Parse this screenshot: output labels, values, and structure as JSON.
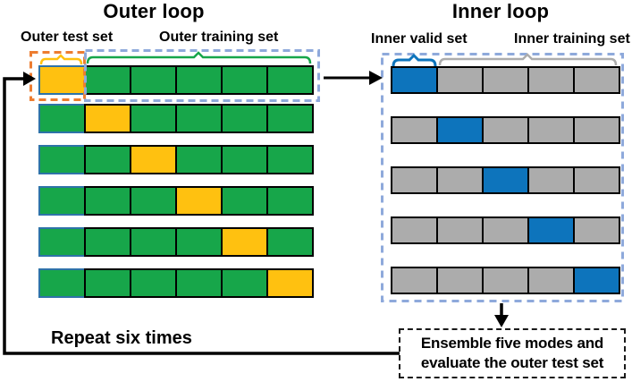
{
  "colors": {
    "green": "#17A64A",
    "yellow": "#FFC110",
    "blue": "#0D74BC",
    "gray": "#ACACAC",
    "dashBlue": "#8EA9DB",
    "dashOrange": "#ED7D31",
    "firstCellBorder": "#2E73A8",
    "line": "#000000"
  },
  "outer": {
    "title": "Outer loop",
    "test_label": "Outer test set",
    "train_label": "Outer training set",
    "repeat_label": "Repeat six times",
    "rows": [
      [
        "test",
        "train",
        "train",
        "train",
        "train",
        "train"
      ],
      [
        "train",
        "test",
        "train",
        "train",
        "train",
        "train"
      ],
      [
        "train",
        "train",
        "test",
        "train",
        "train",
        "train"
      ],
      [
        "train",
        "train",
        "train",
        "test",
        "train",
        "train"
      ],
      [
        "train",
        "train",
        "train",
        "train",
        "test",
        "train"
      ],
      [
        "train",
        "train",
        "train",
        "train",
        "train",
        "test"
      ]
    ]
  },
  "inner": {
    "title": "Inner loop",
    "valid_label": "Inner valid set",
    "train_label": "Inner training set",
    "rows": [
      [
        "valid",
        "itrain",
        "itrain",
        "itrain",
        "itrain"
      ],
      [
        "itrain",
        "valid",
        "itrain",
        "itrain",
        "itrain"
      ],
      [
        "itrain",
        "itrain",
        "valid",
        "itrain",
        "itrain"
      ],
      [
        "itrain",
        "itrain",
        "itrain",
        "valid",
        "itrain"
      ],
      [
        "itrain",
        "itrain",
        "itrain",
        "itrain",
        "valid"
      ]
    ]
  },
  "ensemble_box": {
    "line1": "Ensemble five modes and",
    "line2": "evaluate the outer test set"
  }
}
